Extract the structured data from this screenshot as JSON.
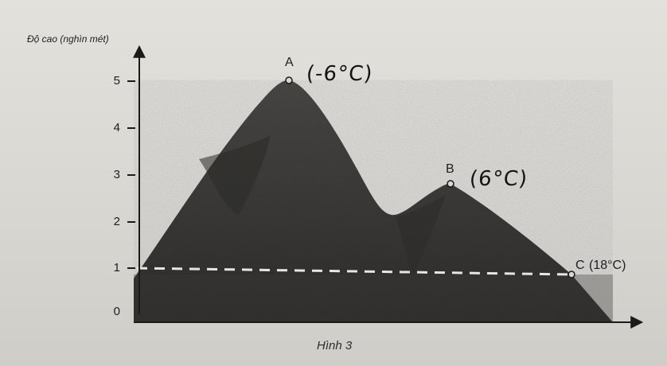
{
  "figure": {
    "ylabel": "Độ cao (nghìn mét)",
    "caption": "Hình 3",
    "y_ticks": [
      "0",
      "1",
      "2",
      "3",
      "4",
      "5"
    ],
    "points": {
      "a": {
        "name": "A",
        "temp": "(-6°C)",
        "height_km": 5.0
      },
      "b": {
        "name": "B",
        "temp": "(6°C)",
        "height_km": 2.8
      },
      "c": {
        "name": "C",
        "temp": "(18°C)",
        "height_km": 0.9
      }
    },
    "dashed_reference_height_km": 1
  },
  "colors": {
    "mountain_dark": "#3b3a38",
    "mountain_mid": "#5d5c59",
    "axis": "#1a1a1a",
    "dashed_line": "#e8e6e0"
  }
}
